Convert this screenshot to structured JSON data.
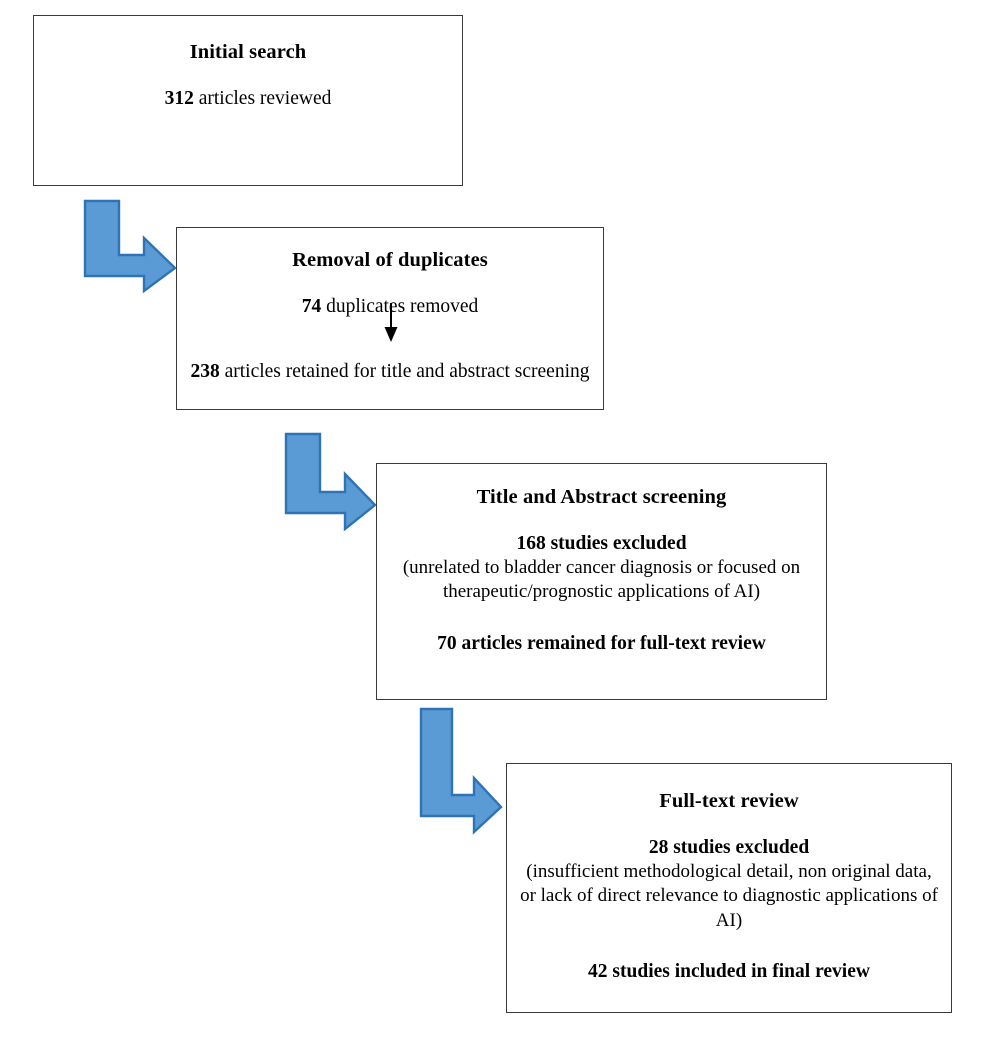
{
  "diagram": {
    "type": "prisma-flow-diagram",
    "title": "Study selection flow diagram",
    "background_color": "#ffffff",
    "box_border_color": "#3a3a3a",
    "arrow_fill_color": "#5b9bd5",
    "arrow_stroke_color": "#2e74b5",
    "inner_arrow_color": "#000000"
  },
  "boxes": [
    {
      "id": "initial-search",
      "title": "Initial search",
      "lines": [
        {
          "num": "312",
          "text": " articles reviewed",
          "bold": false
        }
      ]
    },
    {
      "id": "removal-duplicates",
      "title": "Removal of duplicates",
      "lines": [
        {
          "num": "74",
          "text": " duplicates removed",
          "bold": false
        },
        {
          "num": "238",
          "text": " articles retained for title and abstract screening",
          "bold": false
        }
      ],
      "inner_arrow": "down-arrow-icon"
    },
    {
      "id": "title-abstract",
      "title": "Title and Abstract screening",
      "lines": [
        {
          "num": "168",
          "text": " studies excluded",
          "bold": true
        },
        {
          "num": "",
          "text": "(unrelated to bladder cancer diagnosis or focused on therapeutic/prognostic applications of AI)",
          "bold": false
        },
        {
          "num": "70",
          "text": " articles remained for full-text review",
          "bold": true
        }
      ]
    },
    {
      "id": "full-text",
      "title": "Full-text review",
      "lines": [
        {
          "num": "28",
          "text": " studies excluded",
          "bold": true
        },
        {
          "num": "",
          "text": "(insufficient methodological detail, non original data, or lack of direct relevance to diagnostic applications of AI)",
          "bold": false
        },
        {
          "num": "42",
          "text": " studies included in final review",
          "bold": true
        }
      ]
    }
  ],
  "connectors": [
    {
      "id": "arrow-1",
      "from": "initial-search",
      "to": "removal-duplicates",
      "shape": "bent-arrow-down-right"
    },
    {
      "id": "arrow-2",
      "from": "removal-duplicates",
      "to": "title-abstract",
      "shape": "bent-arrow-down-right"
    },
    {
      "id": "arrow-3",
      "from": "title-abstract",
      "to": "full-text",
      "shape": "bent-arrow-down-right"
    }
  ],
  "text": {
    "b1_title": "Initial search",
    "b1_l1_num": "312",
    "b1_l1_rest": " articles reviewed",
    "b2_title": "Removal of duplicates",
    "b2_l1_num": "74",
    "b2_l1_rest": " duplicates removed",
    "b2_l2_num": "238",
    "b2_l2_rest": " articles retained for title and abstract screening",
    "b3_title": "Title and Abstract screening",
    "b3_l1_num": "168",
    "b3_l1_rest": " studies excluded",
    "b3_l2": "(unrelated to bladder cancer diagnosis or focused on therapeutic/prognostic applications of AI)",
    "b3_l3_num": "70",
    "b3_l3_rest": " articles remained for full-text review",
    "b4_title": "Full-text review",
    "b4_l1_num": "28",
    "b4_l1_rest": " studies excluded",
    "b4_l2": "(insufficient methodological detail, non original data, or lack of direct relevance to diagnostic applications of AI)",
    "b4_l3_num": "42",
    "b4_l3_rest": " studies included in final review"
  }
}
